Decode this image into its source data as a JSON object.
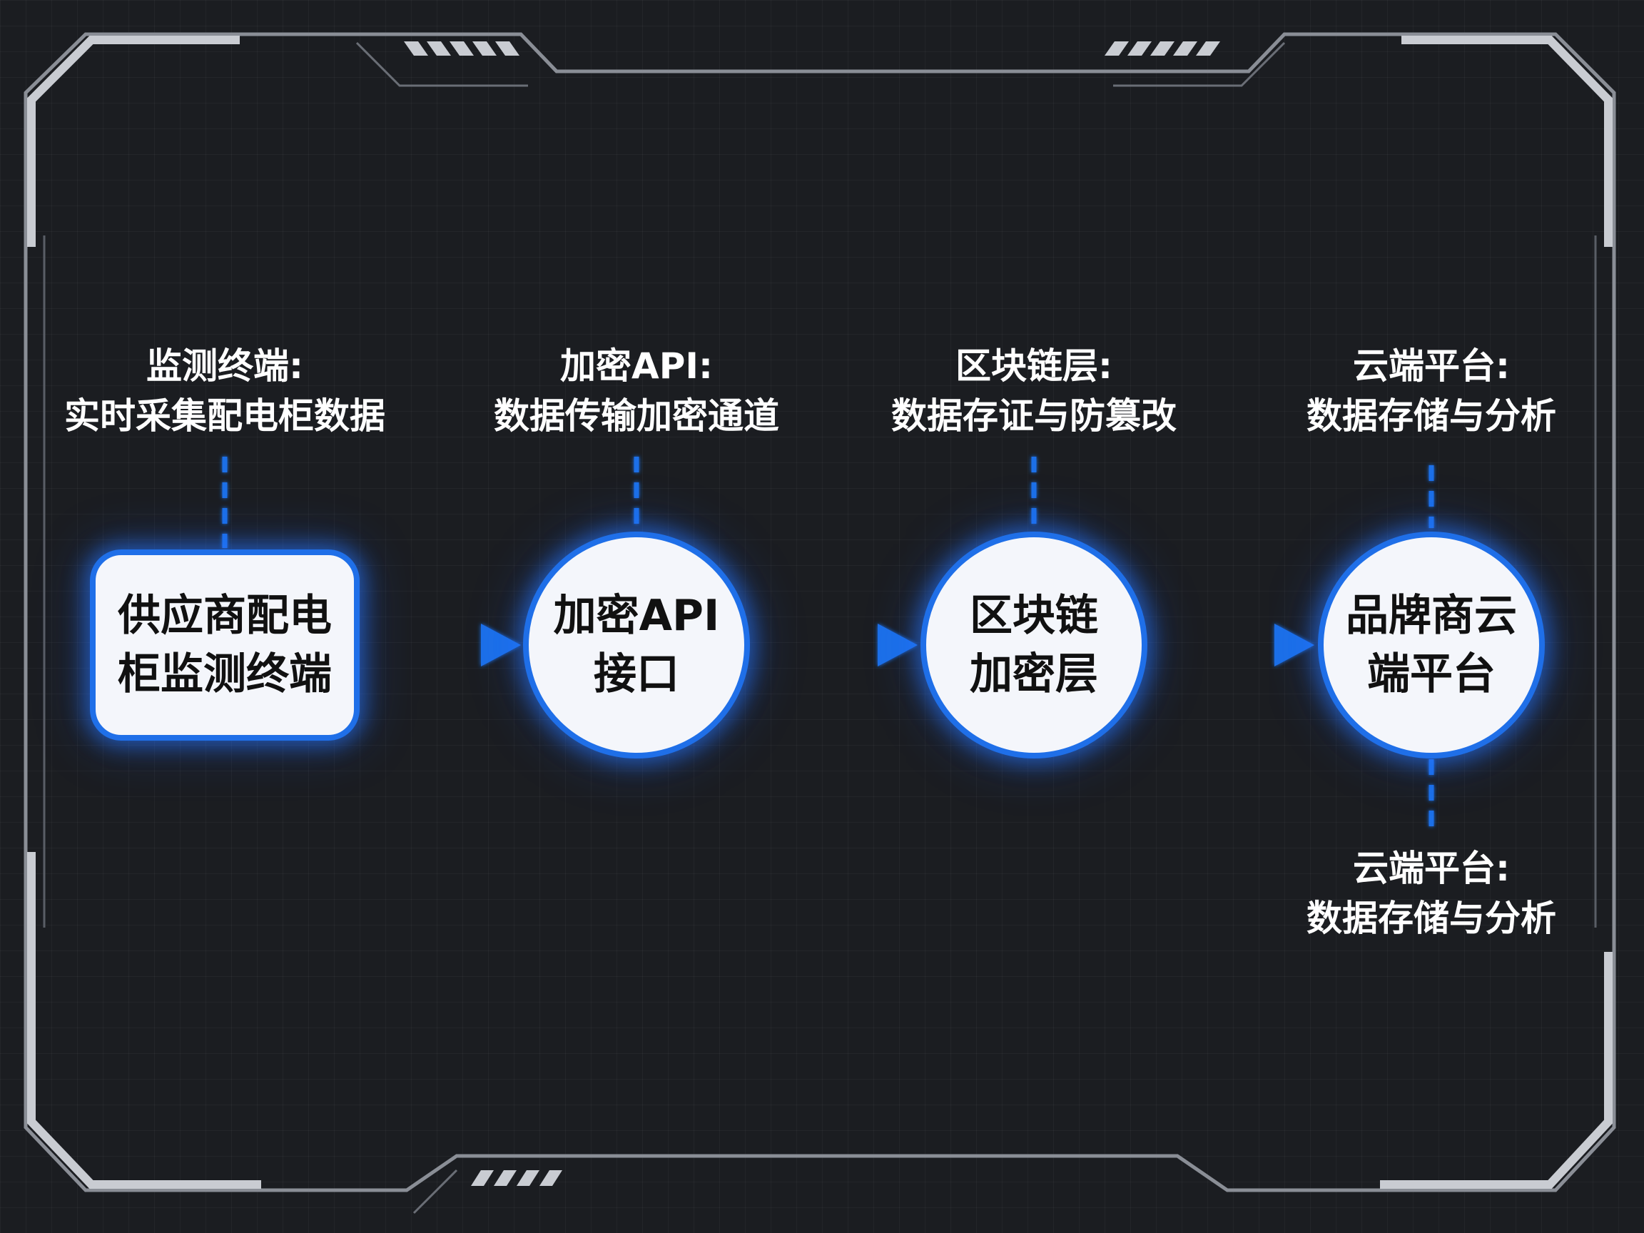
{
  "diagram": {
    "accent_color": "#1f6fe8",
    "nodes": [
      {
        "id": "monitor-terminal",
        "shape": "rounded-rect",
        "label_lines": [
          "供应商配电",
          "柜监测终端"
        ]
      },
      {
        "id": "encrypted-api",
        "shape": "circle",
        "label_lines": [
          "加密API",
          "接口"
        ]
      },
      {
        "id": "blockchain-layer",
        "shape": "circle",
        "label_lines": [
          "区块链",
          "加密层"
        ]
      },
      {
        "id": "cloud-platform",
        "shape": "circle",
        "label_lines": [
          "品牌商云",
          "端平台"
        ]
      }
    ],
    "annotations": [
      {
        "target": "monitor-terminal",
        "lines": [
          "监测终端:",
          "实时采集配电柜数据"
        ]
      },
      {
        "target": "encrypted-api",
        "lines": [
          "加密API:",
          "数据传输加密通道"
        ]
      },
      {
        "target": "blockchain-layer",
        "lines": [
          "区块链层:",
          "数据存证与防篡改"
        ]
      },
      {
        "target": "cloud-platform",
        "lines": [
          "云端平台:",
          "数据存储与分析"
        ]
      },
      {
        "target": "cloud-platform",
        "lines": [
          "云端平台:",
          "数据存储与分析"
        ]
      }
    ],
    "edges": [
      {
        "from": "monitor-terminal",
        "to": "encrypted-api",
        "style": "dashed-arrow"
      },
      {
        "from": "encrypted-api",
        "to": "blockchain-layer",
        "style": "dashed-arrow"
      },
      {
        "from": "blockchain-layer",
        "to": "cloud-platform",
        "style": "dashed-arrow"
      }
    ]
  }
}
